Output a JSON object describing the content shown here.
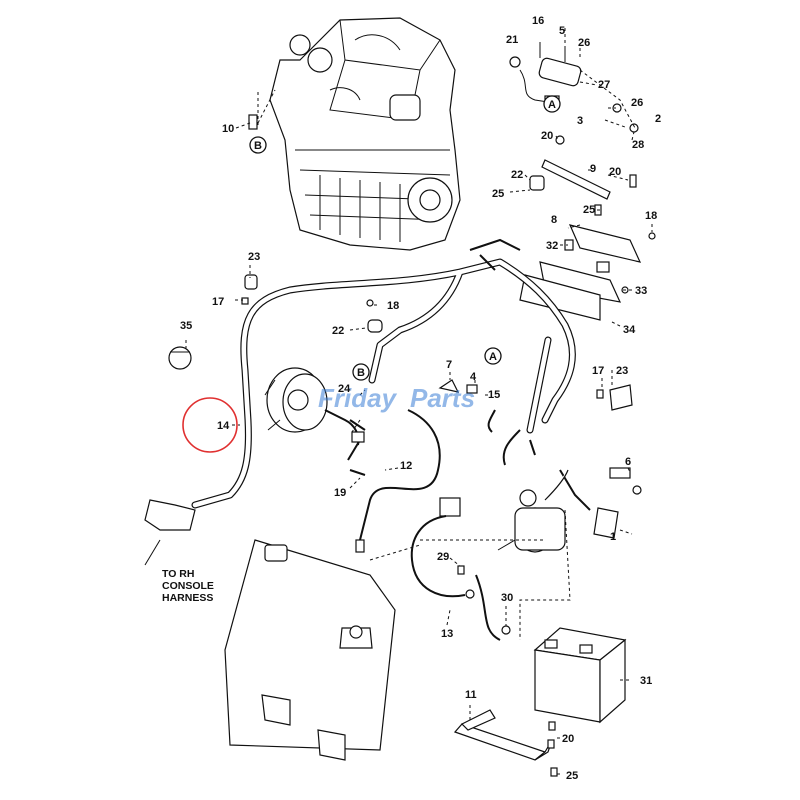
{
  "diagram": {
    "callouts": {
      "n1": "1",
      "n2": "2",
      "n3": "3",
      "n4": "4",
      "n5": "5",
      "n6": "6",
      "n7": "7",
      "n8": "8",
      "n9": "9",
      "n10": "10",
      "n11": "11",
      "n12": "12",
      "n13": "13",
      "n14": "14",
      "n15": "15",
      "n16": "16",
      "n17a": "17",
      "n17b": "17",
      "n18a": "18",
      "n18b": "18",
      "n19": "19",
      "n20a": "20",
      "n20b": "20",
      "n20c": "20",
      "n21": "21",
      "n22a": "22",
      "n22b": "22",
      "n23a": "23",
      "n23b": "23",
      "n24": "24",
      "n25a": "25",
      "n25b": "25",
      "n25c": "25",
      "n26a": "26",
      "n26b": "26",
      "n27": "27",
      "n28": "28",
      "n29": "29",
      "n30": "30",
      "n31": "31",
      "n32": "32",
      "n33": "33",
      "n34": "34",
      "n35": "35"
    },
    "markers": {
      "a1": "A",
      "a2": "A",
      "b1": "B",
      "b2": "B"
    },
    "note": {
      "line1": "TO RH",
      "line2": "CONSOLE",
      "line3": "HARNESS"
    },
    "watermark": {
      "part1": "Friday",
      "part2": "Parts"
    },
    "highlight_color": "#e03030"
  }
}
